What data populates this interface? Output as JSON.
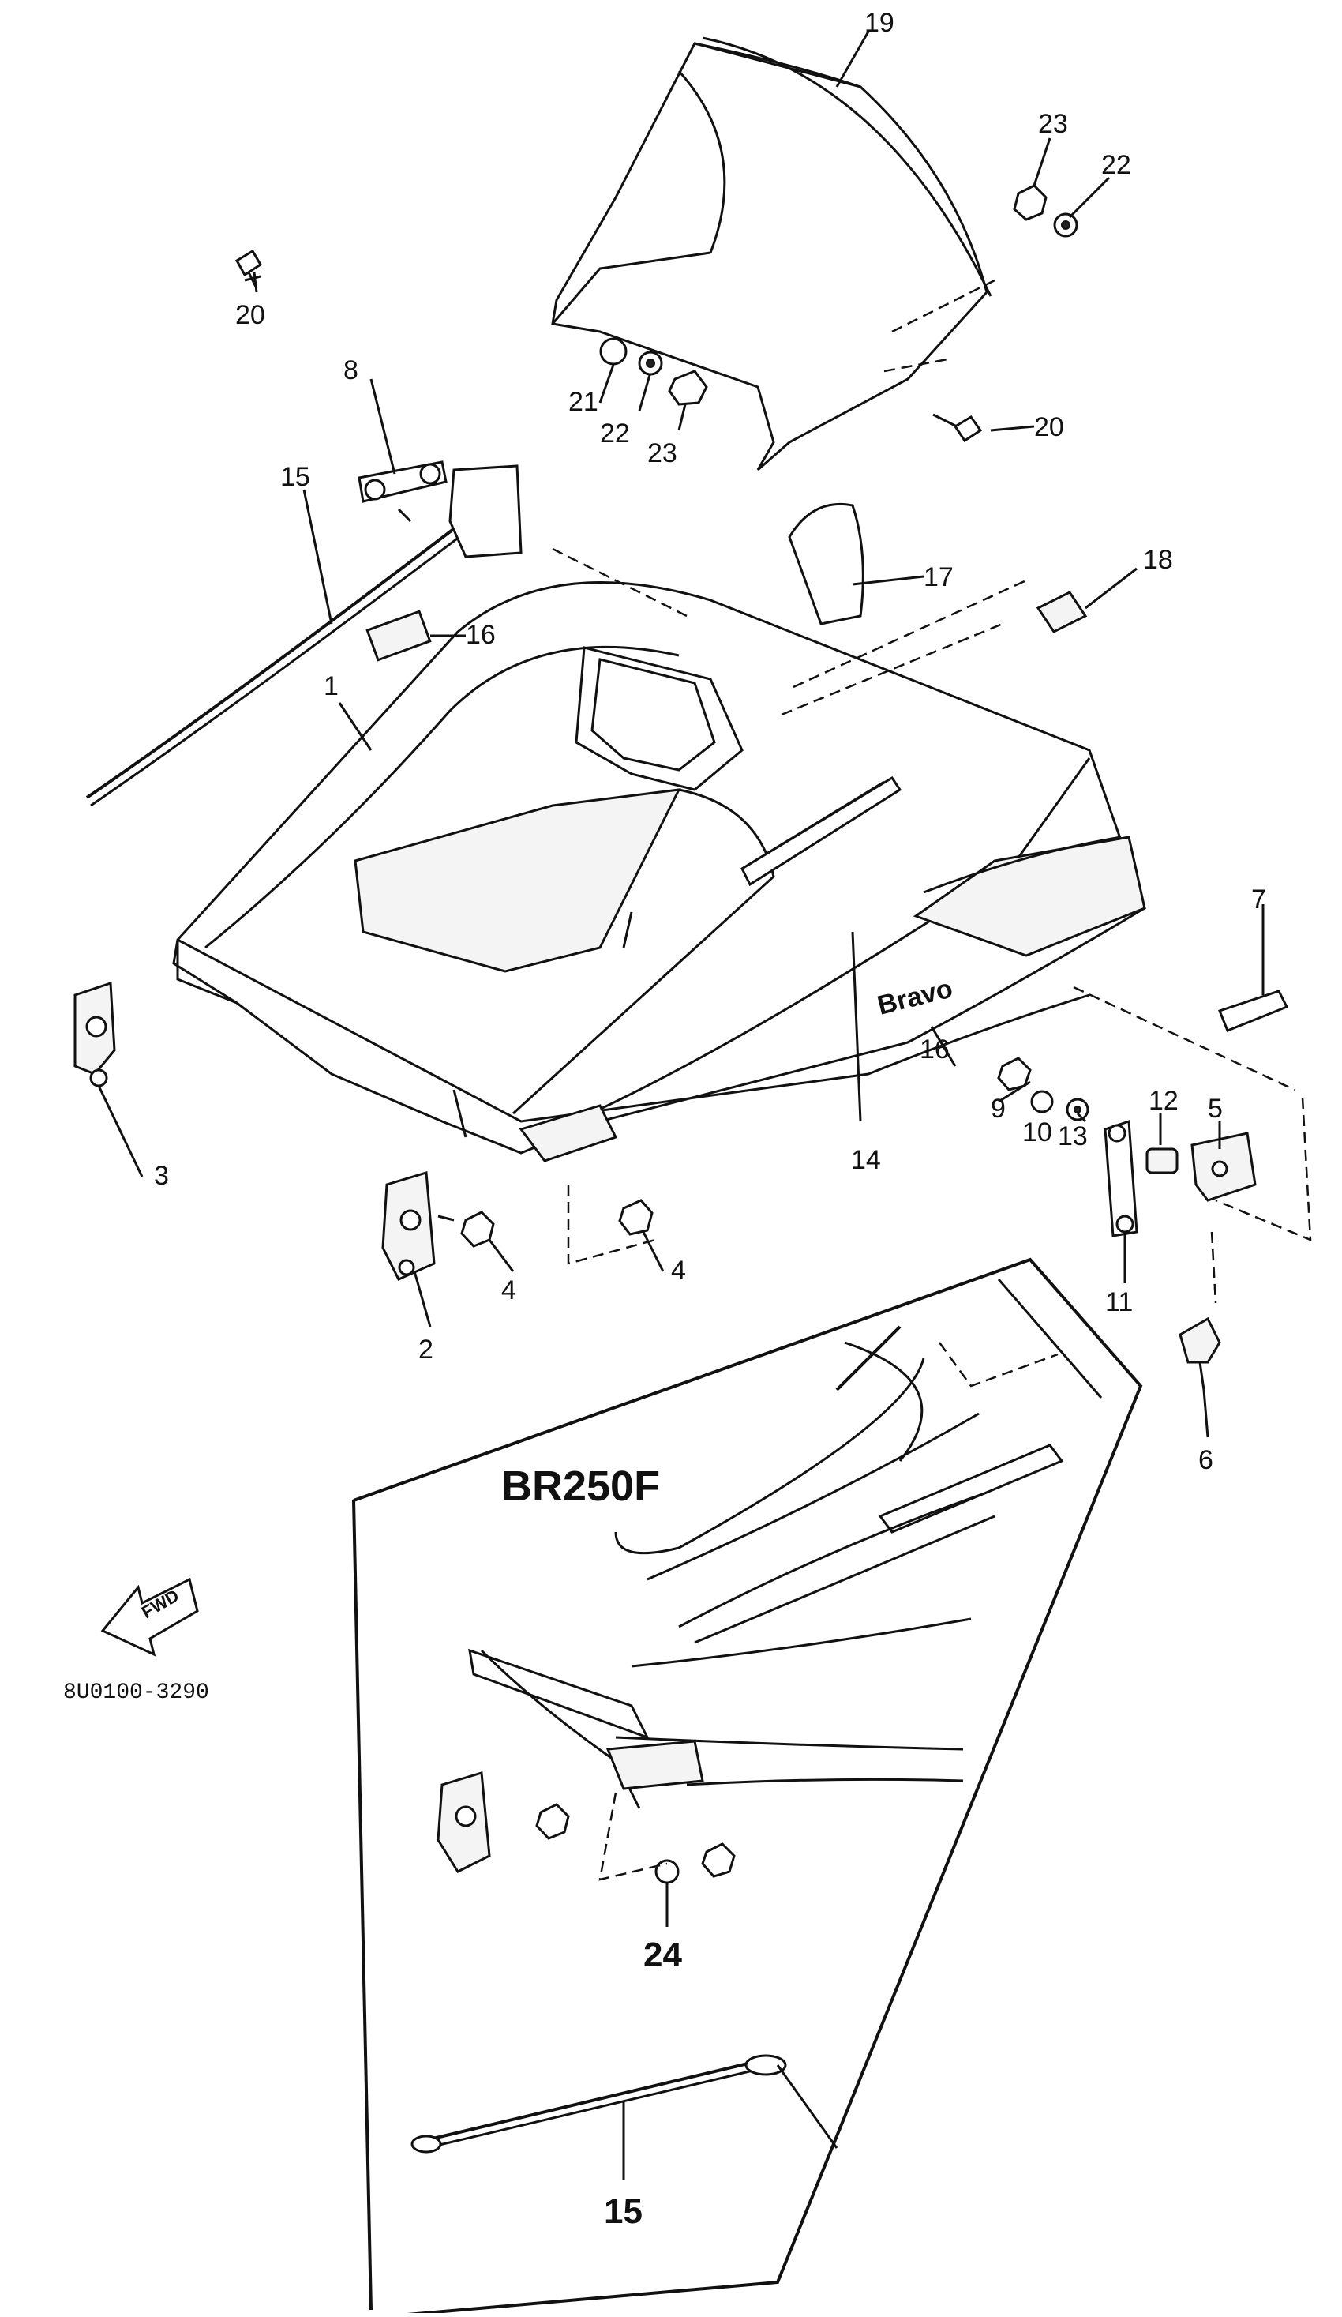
{
  "diagram": {
    "inset_title": "BR250F",
    "direction_tag": "FWD",
    "figure_code": "8U0100-3290",
    "callouts": {
      "c1": "1",
      "c2": "2",
      "c3": "3",
      "c4a": "4",
      "c4b": "4",
      "c5": "5",
      "c6": "6",
      "c7": "7",
      "c8": "8",
      "c9": "9",
      "c10": "10",
      "c11": "11",
      "c12": "12",
      "c13": "13",
      "c14": "14",
      "c15": "15",
      "c16a": "16",
      "c16b": "16",
      "c17": "17",
      "c18": "18",
      "c19": "19",
      "c20a": "20",
      "c20b": "20",
      "c21": "21",
      "c22a": "22",
      "c22b": "22",
      "c23a": "23",
      "c23b": "23",
      "c24": "24",
      "c15b": "15"
    },
    "hood_emblem": "Bravo"
  }
}
